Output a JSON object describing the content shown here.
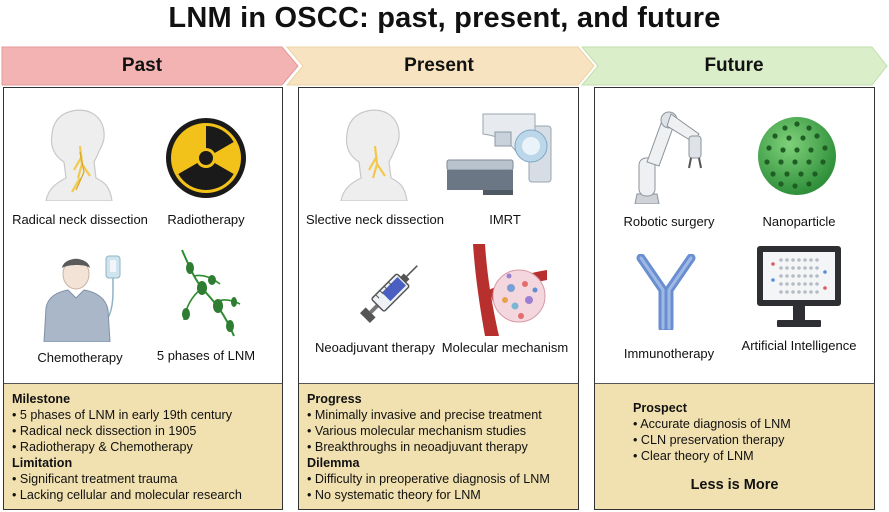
{
  "title": "LNM in OSCC: past, present, and future",
  "phases": [
    {
      "label": "Past",
      "color": "#f3b3b3",
      "items": [
        "Radical neck dissection",
        "Radiotherapy",
        "Chemotherapy",
        "5 phases of LNM"
      ],
      "sections": [
        {
          "heading": "Milestone",
          "points": [
            "5 phases of LNM in early 19th century",
            "Radical neck dissection in 1905",
            "Radiotherapy & Chemotherapy"
          ]
        },
        {
          "heading": "Limitation",
          "points": [
            "Significant treatment trauma",
            "Lacking cellular and molecular research"
          ]
        }
      ]
    },
    {
      "label": "Present",
      "color": "#f8e3c0",
      "items": [
        "Slective neck dissection",
        "IMRT",
        "Neoadjuvant therapy",
        "Molecular mechanism"
      ],
      "sections": [
        {
          "heading": "Progress",
          "points": [
            "Minimally invasive and precise treatment",
            "Various molecular mechanism studies",
            "Breakthroughs in neoadjuvant therapy"
          ]
        },
        {
          "heading": "Dilemma",
          "points": [
            "Difficulty in preoperative diagnosis of LNM",
            "No systematic theory for LNM"
          ]
        }
      ]
    },
    {
      "label": "Future",
      "color": "#d9eec9",
      "items": [
        "Robotic surgery",
        "Nanoparticle",
        "Immunotherapy",
        "Artificial Intelligence"
      ],
      "sections": [
        {
          "heading": "Prospect",
          "points": [
            "Accurate diagnosis of LNM",
            "CLN preservation therapy",
            "Clear theory of LNM"
          ]
        }
      ],
      "tagline": "Less is More"
    }
  ],
  "icons": [
    "head-neck-icon",
    "radiation-icon",
    "patient-iv-icon",
    "lymph-vessel-icon",
    "head-neck-icon",
    "linac-machine-icon",
    "syringe-icon",
    "molecular-vessel-icon",
    "robot-arm-icon",
    "nanoparticle-icon",
    "antibody-icon",
    "ai-monitor-icon"
  ]
}
